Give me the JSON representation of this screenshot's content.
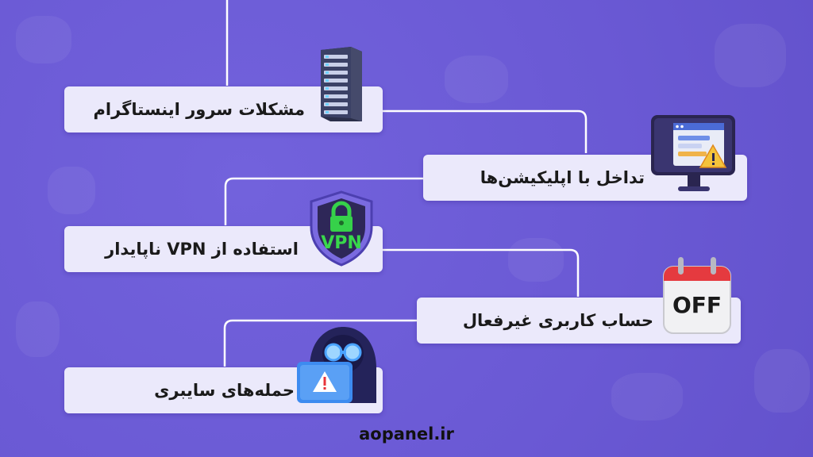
{
  "items": [
    {
      "label": "مشکلات سرور اینستاگرام",
      "icon": "server-rack-icon"
    },
    {
      "label": "تداخل با اپلیکیشن‌ها",
      "icon": "monitor-warning-icon"
    },
    {
      "label": "استفاده از VPN ناپایدار",
      "icon": "vpn-shield-icon",
      "icon_text": "VPN"
    },
    {
      "label": "حساب کاربری غیرفعال",
      "icon": "calendar-off-icon",
      "icon_text": "OFF"
    },
    {
      "label": "حمله‌های سایبری",
      "icon": "hacker-laptop-icon"
    }
  ],
  "footer": {
    "site": "aopanel.ir"
  },
  "colors": {
    "background": "#6b5bd6",
    "card": "#ebe9fb",
    "line": "#ffffff",
    "warning": "#e8343a",
    "vpn_green": "#39d84b",
    "lock_green": "#36d14a"
  }
}
